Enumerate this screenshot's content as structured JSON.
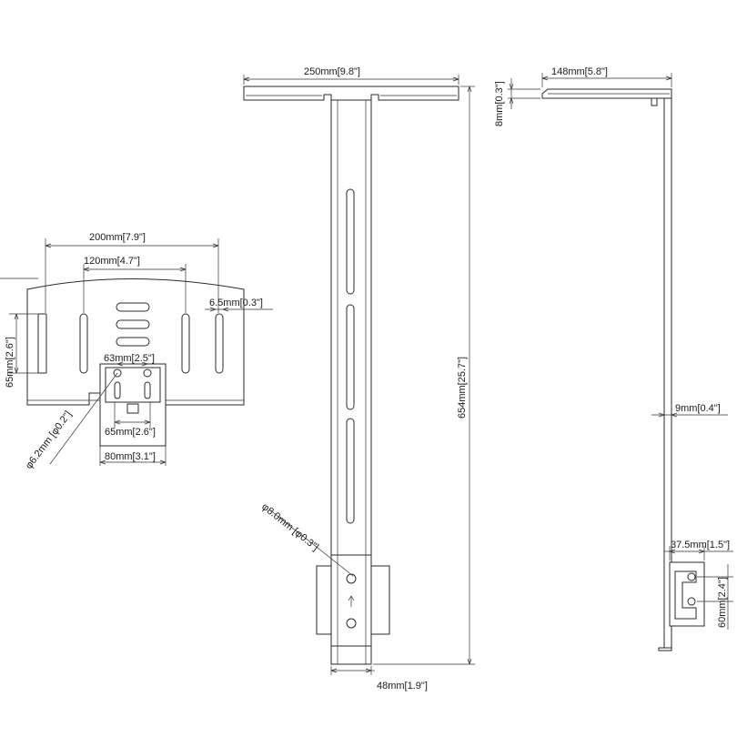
{
  "dimensions": {
    "top_width": "250mm[9.8\"]",
    "side_depth": "148mm[5.8\"]",
    "plate_thickness": "8mm[0.3\"]",
    "tray_width": "200mm[7.9\"]",
    "tray_slot_spacing": "120mm[4.7\"]",
    "slot_width": "6.5mm[0.3\"]",
    "tray_slot_height": "65mm[2.6\"]",
    "hole_spacing_top": "63mm[2.5\"]",
    "hole_spacing_bottom": "65mm[2.6\"]",
    "bracket_width": "80mm[3.1\"]",
    "tray_hole_diameter": "φ6.2mm [φ0.2\"]",
    "pole_height": "654mm[25.7\"]",
    "pole_hole_diameter": "φ8.0mm [φ0.3\"]",
    "pole_width": "48mm[1.9\"]",
    "pole_thickness": "9mm[0.4\"]",
    "plate_depth": "37.5mm[1.5\"]",
    "plate_hole_spacing": "60mm[2.4\"]"
  }
}
